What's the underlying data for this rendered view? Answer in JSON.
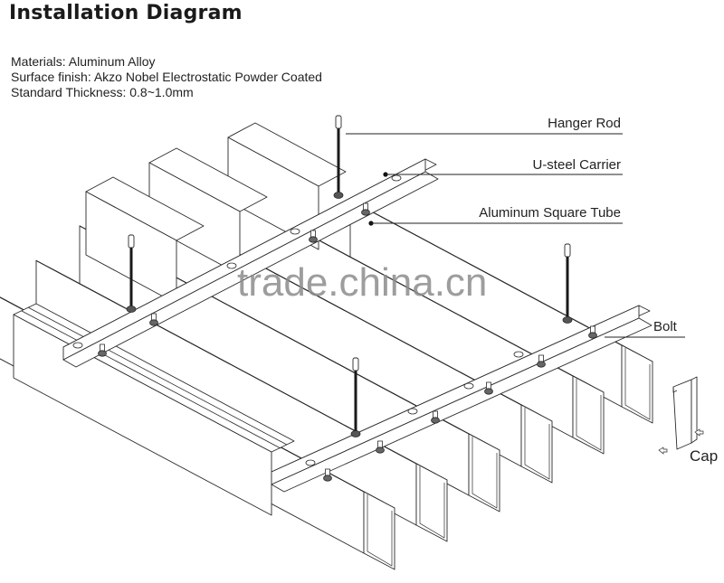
{
  "title": "Installation Diagram",
  "specs": [
    "Materials: Aluminum Alloy",
    "Surface finish: Akzo Nobel Electrostatic Powder Coated",
    "Standard Thickness: 0.8~1.0mm"
  ],
  "callouts": {
    "hanger_rod": "Hanger Rod",
    "u_steel_carrier": "U-steel Carrier",
    "aluminum_square_tube": "Aluminum Square Tube",
    "bolt": "Bolt",
    "cap": "Cap"
  },
  "watermark": "trade.china.cn",
  "watermark_visible": "trade.china.cn",
  "colors": {
    "line": "#2a2a2a",
    "rod": "#1a1a1a",
    "watermark": "#8c8c8c"
  }
}
